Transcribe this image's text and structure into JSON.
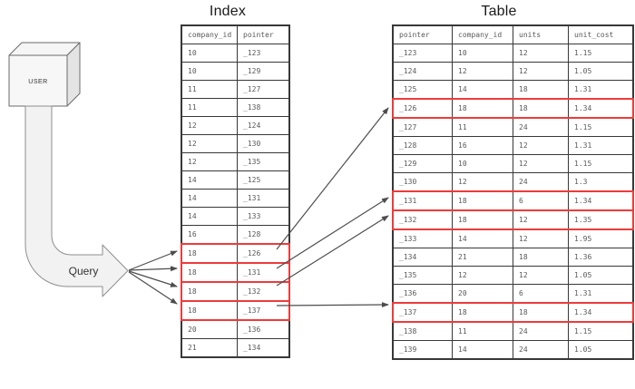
{
  "diagram": {
    "user_label": "USER",
    "query_label": "Query",
    "colors": {
      "highlight": "#ee3b3b",
      "border": "#383838",
      "text": "#595959",
      "arrow": "#4d4d4d",
      "shape_fill": "#f2f2f2",
      "shape_side_fill": "#e4e4e4",
      "shape_stroke": "#8f8f8f"
    }
  },
  "index_table": {
    "title": "Index",
    "headers": [
      "company_id",
      "pointer"
    ],
    "rows": [
      [
        "10",
        "_123"
      ],
      [
        "10",
        "_129"
      ],
      [
        "11",
        "_127"
      ],
      [
        "11",
        "_138"
      ],
      [
        "12",
        "_124"
      ],
      [
        "12",
        "_130"
      ],
      [
        "12",
        "_135"
      ],
      [
        "14",
        "_125"
      ],
      [
        "14",
        "_131"
      ],
      [
        "14",
        "_133"
      ],
      [
        "16",
        "_128"
      ],
      [
        "18",
        "_126"
      ],
      [
        "18",
        "_131"
      ],
      [
        "18",
        "_132"
      ],
      [
        "18",
        "_137"
      ],
      [
        "20",
        "_136"
      ],
      [
        "21",
        "_134"
      ]
    ],
    "highlighted_row_indexes": [
      11,
      12,
      13,
      14
    ]
  },
  "main_table": {
    "title": "Table",
    "headers": [
      "pointer",
      "company_id",
      "units",
      "unit_cost"
    ],
    "rows": [
      [
        "_123",
        "10",
        "12",
        "1.15"
      ],
      [
        "_124",
        "12",
        "12",
        "1.05"
      ],
      [
        "_125",
        "14",
        "18",
        "1.31"
      ],
      [
        "_126",
        "18",
        "18",
        "1.34"
      ],
      [
        "_127",
        "11",
        "24",
        "1.15"
      ],
      [
        "_128",
        "16",
        "12",
        "1.31"
      ],
      [
        "_129",
        "10",
        "12",
        "1.15"
      ],
      [
        "_130",
        "12",
        "24",
        "1.3"
      ],
      [
        "_131",
        "18",
        "6",
        "1.34"
      ],
      [
        "_132",
        "18",
        "12",
        "1.35"
      ],
      [
        "_133",
        "14",
        "12",
        "1.95"
      ],
      [
        "_134",
        "21",
        "18",
        "1.36"
      ],
      [
        "_135",
        "12",
        "12",
        "1.05"
      ],
      [
        "_136",
        "20",
        "6",
        "1.31"
      ],
      [
        "_137",
        "18",
        "18",
        "1.34"
      ],
      [
        "_138",
        "11",
        "24",
        "1.15"
      ],
      [
        "_139",
        "14",
        "24",
        "1.05"
      ]
    ],
    "highlighted_row_indexes": [
      3,
      8,
      9,
      14
    ]
  }
}
